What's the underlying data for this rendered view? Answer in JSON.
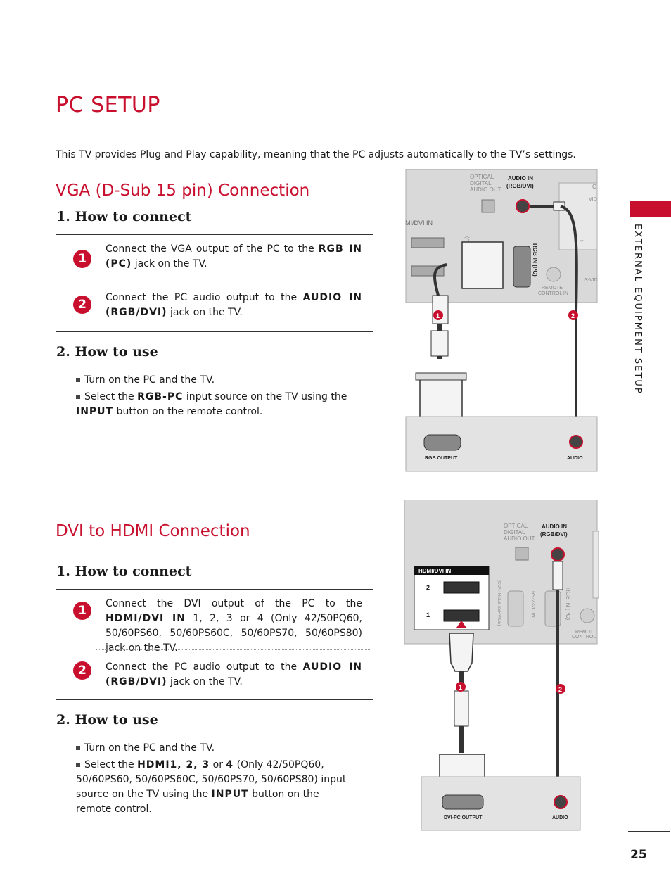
{
  "title": "PC SETUP",
  "intro": "This TV provides Plug and Play capability, meaning that the PC adjusts automatically to the TV’s settings.",
  "vga": {
    "heading": "VGA (D-Sub 15 pin) Connection",
    "how_connect": "1. How to connect",
    "step1_num": "1",
    "step1_a": "Connect the VGA output of the PC to the ",
    "step1_kw": "RGB IN (PC)",
    "step1_b": " jack on the TV.",
    "step2_num": "2",
    "step2_a": "Connect the PC audio output to the ",
    "step2_kw": "AUDIO IN (RGB/DVI)",
    "step2_b": " jack on the TV.",
    "how_use": "2. How to use",
    "use1": "Turn on the PC and the TV.",
    "use2_a": "Select the ",
    "use2_kw": "RGB-PC",
    "use2_b": " input source on the TV using the ",
    "use2_kw2": "INPUT",
    "use2_c": " button on the remote control."
  },
  "dvi": {
    "heading": "DVI to HDMI Connection",
    "how_connect": "1. How to connect",
    "step1_num": "1",
    "step1_a": "Connect the DVI output of the PC to the ",
    "step1_kw": "HDMI/DVI IN",
    "step1_b": " 1, 2, 3 or 4 (Only 42/50PQ60, 50/60PS60, 50/60PS60C, 50/60PS70, 50/60PS80) jack on the TV.",
    "step2_num": "2",
    "step2_a": "Connect the PC audio output to the ",
    "step2_kw": "AUDIO IN (RGB/DVI)",
    "step2_b": " jack on the TV.",
    "how_use": "2. How to use",
    "use1": "Turn on the PC and the TV.",
    "use2_a": "Select the ",
    "use2_kw": "HDMI1, 2, 3",
    "use2_b": " or ",
    "use2_kw2": "4",
    "use2_c": " (Only 42/50PQ60, 50/60PS60, 50/60PS60C, 50/60PS70, 50/60PS80) input source on the TV using the ",
    "use2_kw3": "INPUT",
    "use2_d": " button on the remote control."
  },
  "side_label": "EXTERNAL EQUIPMENT SETUP",
  "page_number": "25",
  "diagram1": {
    "optical": "OPTICAL",
    "digital": "DIGITAL",
    "audio_out": "AUDIO OUT",
    "audio_in": "AUDIO IN",
    "rgb_dvi": "(RGB/DVI)",
    "hdmi_dvi_in": "MI/DVI IN",
    "rgb_in_pc": "RGB IN (PC)",
    "remote": "REMOTE",
    "control_in": "CONTROL IN",
    "c": "C",
    "vid": "VID",
    "y": "Y",
    "s_vid": "S-VID",
    "co": "(CO",
    "badge1": "1",
    "badge2": "2",
    "rgb_output": "RGB OUTPUT",
    "audio": "AUDIO"
  },
  "diagram2": {
    "optical": "OPTICAL",
    "digital": "DIGITAL",
    "audio_out": "AUDIO OUT",
    "audio_in": "AUDIO IN",
    "rgb_dvi": "(RGB/DVI)",
    "hdmi_dvi_in": "HDMI/DVI IN",
    "port2": "2",
    "port1": "1",
    "control_service": "(CONTROL& SERVICE)",
    "rs232c": "RS-232C IN",
    "rgb_in_pc": "RGB IN (PC)",
    "remote": "REMOT",
    "control": "CONTROL",
    "badge1": "1",
    "badge2": "2",
    "dvi_pc_output": "DVI-PC OUTPUT",
    "audio": "AUDIO"
  }
}
